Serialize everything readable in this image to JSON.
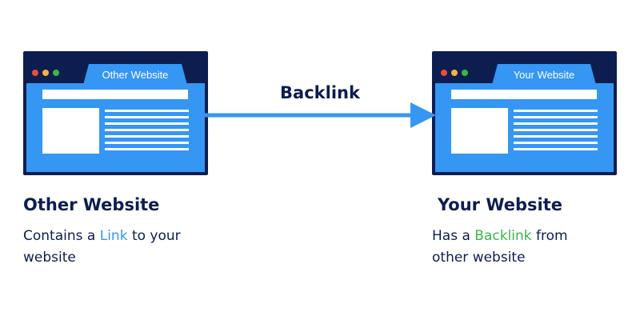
{
  "arrow": {
    "label": "Backlink"
  },
  "colors": {
    "navy": "#0d1d4f",
    "browser_blue": "#3596f4",
    "link_blue": "#3596f4",
    "backlink_green": "#3bb54a"
  },
  "other_website": {
    "tab_label": "Other Website",
    "title": "Other Website",
    "desc_before": "Contains a ",
    "desc_highlight": "Link",
    "desc_line1_after": " to your",
    "desc_line2": "website"
  },
  "your_website": {
    "tab_label": "Your Website",
    "title": "Your Website",
    "desc_before": "Has a ",
    "desc_highlight": "Backlink",
    "desc_line1_after": " from",
    "desc_line2": "other website"
  }
}
